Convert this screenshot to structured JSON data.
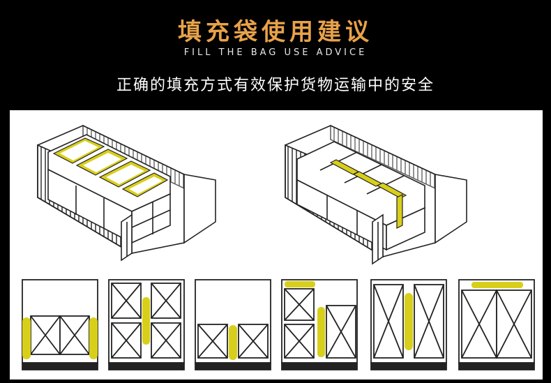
{
  "header": {
    "title": "填充袋使用建议",
    "subtitle": "FILL THE BAG USE ADVICE",
    "tagline": "正确的填充方式有效保护货物运输中的安全"
  },
  "colors": {
    "background": "#000000",
    "title": "#e8a24a",
    "panel": "#ffffff",
    "bag": "#d8cf1a",
    "line": "#222222"
  },
  "illustrations": {
    "containers": [
      "container-top-bags",
      "container-side-bags"
    ],
    "diagrams": [
      "side-gaps",
      "center-gap-stacked",
      "center-gap-low",
      "top-and-center-gaps",
      "tall-center-gap",
      "top-gap"
    ]
  }
}
